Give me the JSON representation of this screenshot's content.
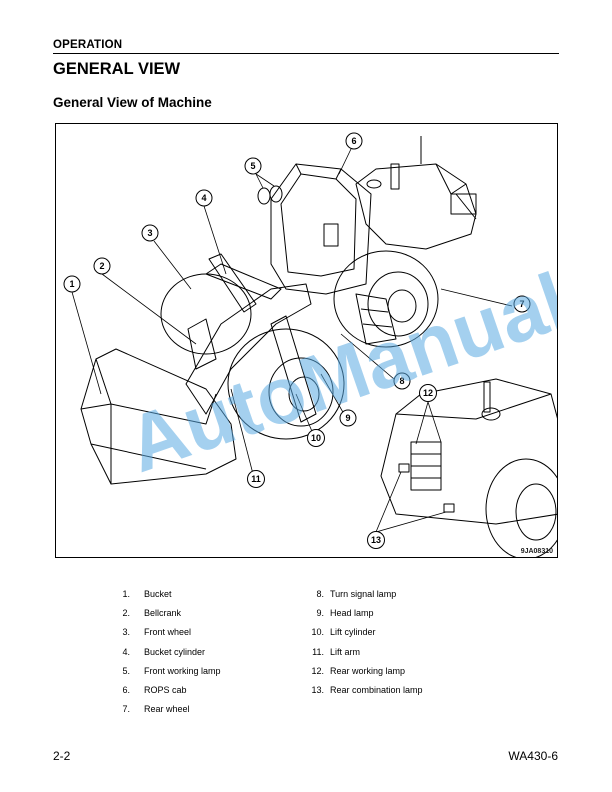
{
  "header": {
    "section": "OPERATION",
    "title": "GENERAL VIEW",
    "subtitle": "General View of Machine"
  },
  "figure": {
    "id": "9JA08310",
    "watermark": "AutoManual",
    "callouts": [
      "1",
      "2",
      "3",
      "4",
      "5",
      "6",
      "7",
      "8",
      "9",
      "10",
      "11",
      "12",
      "13"
    ]
  },
  "legend": {
    "left": [
      {
        "num": "1.",
        "label": "Bucket"
      },
      {
        "num": "2.",
        "label": "Bellcrank"
      },
      {
        "num": "3.",
        "label": "Front wheel"
      },
      {
        "num": "4.",
        "label": "Bucket cylinder"
      },
      {
        "num": "5.",
        "label": "Front working lamp"
      },
      {
        "num": "6.",
        "label": "ROPS cab"
      },
      {
        "num": "7.",
        "label": "Rear wheel"
      }
    ],
    "right": [
      {
        "num": "8.",
        "label": "Turn signal lamp"
      },
      {
        "num": "9.",
        "label": "Head lamp"
      },
      {
        "num": "10.",
        "label": "Lift cylinder"
      },
      {
        "num": "11.",
        "label": "Lift arm"
      },
      {
        "num": "12.",
        "label": "Rear working lamp"
      },
      {
        "num": "13.",
        "label": "Rear combination lamp"
      }
    ]
  },
  "footer": {
    "page": "2-2",
    "model": "WA430-6"
  }
}
